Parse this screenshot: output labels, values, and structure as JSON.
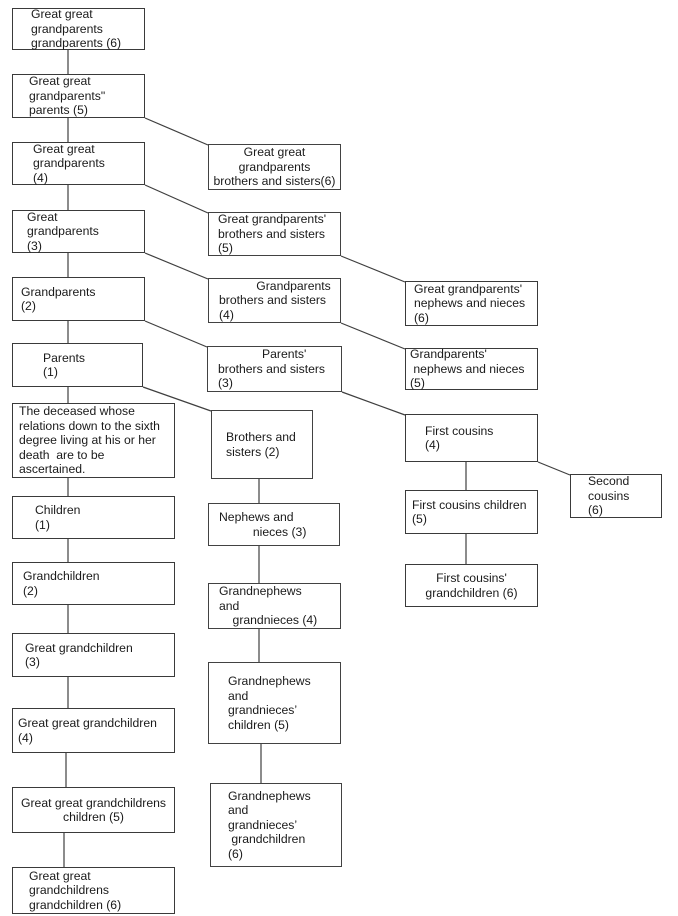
{
  "colors": {
    "background": "#ffffff",
    "box_border": "#3a3a3a",
    "connector_line": "#3f3f3f",
    "text": "#1a1a1a"
  },
  "boxes": {
    "l1": {
      "label": "Great great\ngrandparents\ngrandparents (6)"
    },
    "l2": {
      "label": "Great great\ngrandparents\"\nparents (5)"
    },
    "l3": {
      "label": "Great great\ngrandparents\n(4)"
    },
    "l4": {
      "label": "Great\ngrandparents\n(3)"
    },
    "l5": {
      "label": "Grandparents\n(2)"
    },
    "l6": {
      "label": "Parents\n(1)"
    },
    "l7": {
      "label": "The deceased whose\nrelations down to the sixth\ndegree living at his or her\ndeath  are to be\nascertained."
    },
    "l8": {
      "label": "Children\n(1)"
    },
    "l9": {
      "label": "Grandchildren\n(2)"
    },
    "l10": {
      "label": "Great grandchildren\n(3)"
    },
    "l11": {
      "label": "Great great grandchildren\n(4)"
    },
    "l12": {
      "label": "Great great grandchildrens\nchildren (5)"
    },
    "l13": {
      "label": "Great great\ngrandchildrens\ngrandchildren (6)"
    },
    "m1": {
      "label": "Great great\ngrandparents\nbrothers and sisters(6)"
    },
    "m2": {
      "label": "Great grandparents'\nbrothers and sisters\n(5)"
    },
    "m3": {
      "label": "           Grandparents\nbrothers and sisters\n(4)"
    },
    "m4": {
      "label": "             Parents'\nbrothers and sisters\n(3)"
    },
    "m5": {
      "label": "Brothers and\nsisters (2)"
    },
    "m6": {
      "label": "Nephews and\n          nieces (3)"
    },
    "m7": {
      "label": "Grandnephews\nand\n    grandnieces (4)"
    },
    "m8": {
      "label": "Grandnephews\nand\ngrandnieces’\nchildren (5)"
    },
    "m9": {
      "label": "Grandnephews\nand\ngrandnieces’\n grandchildren\n(6)"
    },
    "r1": {
      "label": "Great grandparents'\nnephews and nieces\n(6)"
    },
    "r2": {
      "label": "Grandparents'\n nephews and nieces\n(5)"
    },
    "r3": {
      "label": "First cousins\n(4)"
    },
    "r4": {
      "label": "First cousins children\n(5)"
    },
    "r5": {
      "label": "First cousins'\ngrandchildren (6)"
    },
    "r6": {
      "label": "Second\ncousins\n(6)"
    }
  }
}
